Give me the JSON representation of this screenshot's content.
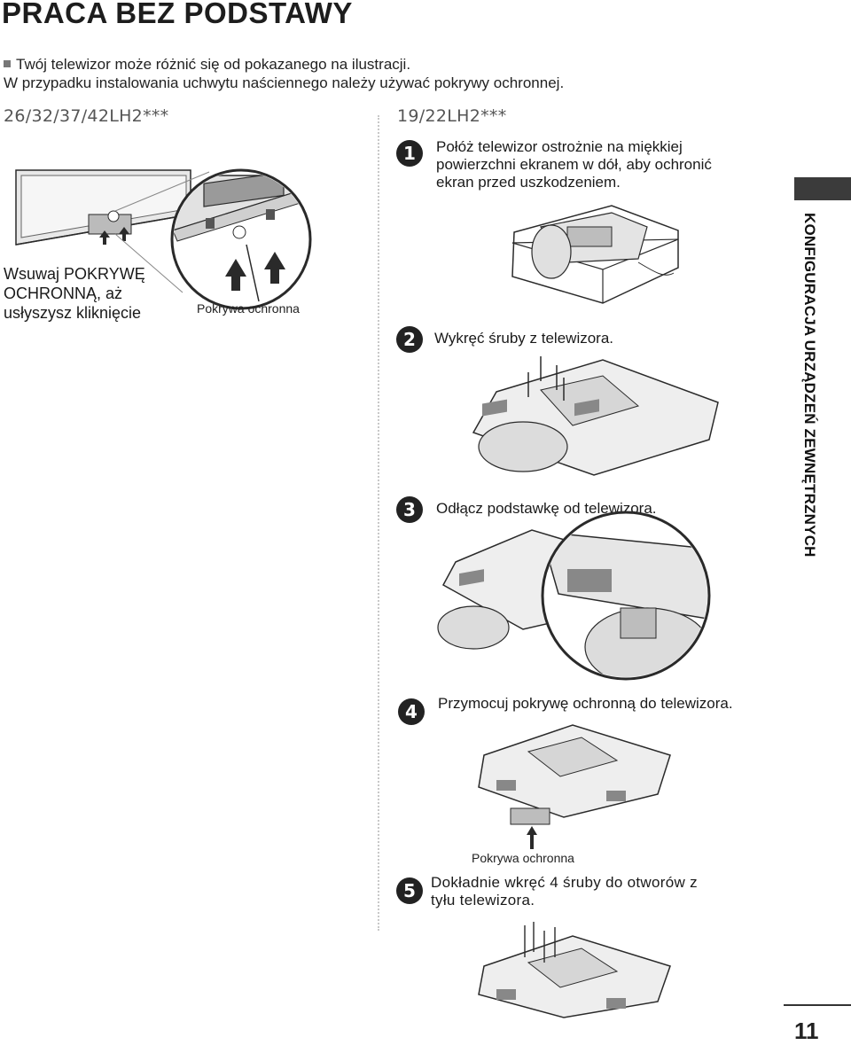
{
  "page": {
    "title": "PRACA BEZ PODSTAWY",
    "note_line1": "Twój telewizor może różnić się od pokazanego na ilustracji.",
    "note_line2": "W przypadku instalowania uchwytu naściennego należy używać pokrywy ochronnej.",
    "page_number": "11"
  },
  "left": {
    "model": "26/32/37/42LH2***",
    "instruction_line1": "Wsuwaj POKRYWĘ",
    "instruction_line2": "OCHRONNĄ, aż",
    "instruction_line3": "usłyszysz kliknięcie",
    "cover_label": "Pokrywa ochronna"
  },
  "right": {
    "model": "19/22LH2***",
    "steps": [
      {
        "num": "1",
        "line1": "Połóż telewizor ostrożnie na miękkiej",
        "line2": "powierzchni ekranem w dół, aby ochronić",
        "line3": "ekran przed uszkodzeniem."
      },
      {
        "num": "2",
        "line1": "Wykręć śruby z telewizora."
      },
      {
        "num": "3",
        "line1": "Odłącz podstawkę od telewizora."
      },
      {
        "num": "4",
        "line1": "Przymocuj pokrywę ochronną do telewizora.",
        "cover_label": "Pokrywa ochronna"
      },
      {
        "num": "5",
        "line1": "Dokładnie wkręć 4 śruby do otworów z",
        "line2": "tyłu telewizora."
      }
    ]
  },
  "sidebar": {
    "section_label": "KONFIGURACJA URZĄDZEŃ ZEWNĘTRZNYCH"
  },
  "colors": {
    "text": "#1a1a1a",
    "badge": "#222222",
    "tab": "#3b3b3b",
    "line_art": "#2a2a2a"
  }
}
